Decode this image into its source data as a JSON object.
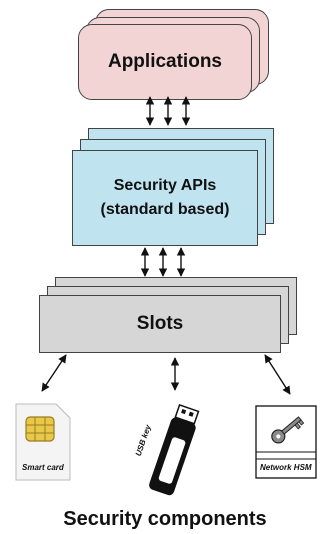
{
  "layers": {
    "applications": {
      "label": "Applications"
    },
    "security_apis": {
      "line1": "Security APIs",
      "line2": "(standard based)"
    },
    "slots": {
      "label": "Slots"
    }
  },
  "components": {
    "smart_card": {
      "caption": "Smart card"
    },
    "usb_key": {
      "caption": "USB key"
    },
    "network_hsm": {
      "caption": "Network HSM"
    }
  },
  "footer": {
    "title": "Security components"
  },
  "colors": {
    "applications_fill": "#f3d4d4",
    "apis_fill": "#bfe3ef",
    "slots_fill": "#d6d6d6",
    "chip_gold": "#e8c84a"
  },
  "icons": [
    "smart-card-icon",
    "usb-key-icon",
    "network-hsm-icon",
    "key-icon"
  ]
}
